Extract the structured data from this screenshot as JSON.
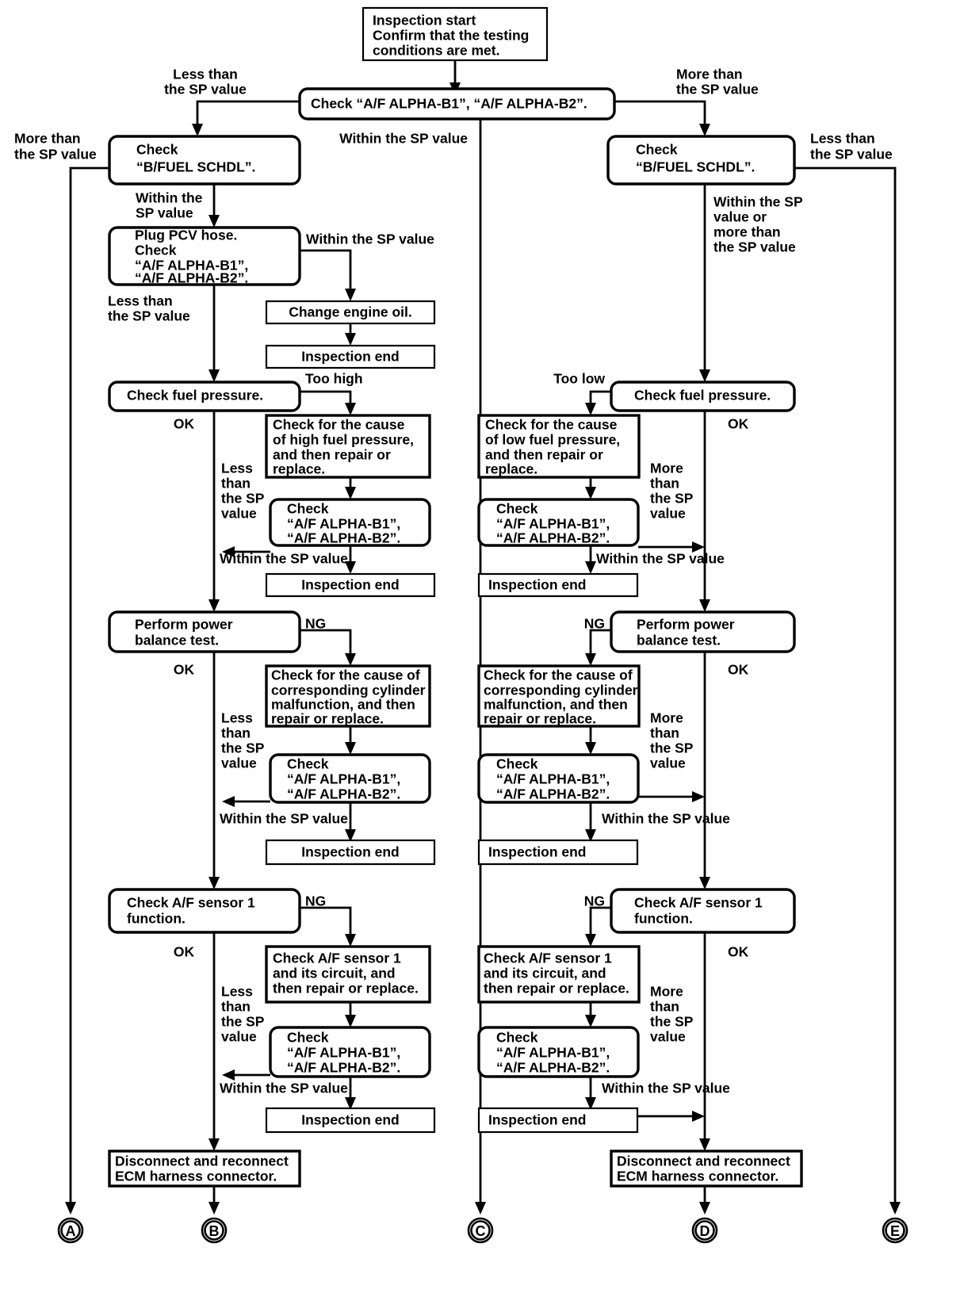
{
  "diagram": {
    "title": "A/F ALPHA inspection flow chart",
    "type": "flowchart",
    "line_color": "#000000",
    "background_color": "#ffffff"
  },
  "nodes": {
    "start": {
      "lines": [
        "Inspection start",
        "Confirm that the testing",
        "conditions are met."
      ]
    },
    "check_alpha_top": {
      "lines": [
        "Check “A/F ALPHA-B1”, “A/F ALPHA-B2”."
      ]
    },
    "bfuel_left": {
      "lines": [
        "Check",
        "“B/FUEL SCHDL”."
      ]
    },
    "bfuel_right": {
      "lines": [
        "Check",
        "“B/FUEL SCHDL”."
      ]
    },
    "plug_pcv": {
      "lines": [
        "Plug PCV hose.",
        "Check",
        "“A/F ALPHA-B1”,",
        "“A/F ALPHA-B2”."
      ]
    },
    "change_oil": {
      "lines": [
        "Change engine oil."
      ]
    },
    "end_oil": {
      "lines": [
        "Inspection end"
      ]
    },
    "fuel_press_left": {
      "lines": [
        "Check fuel pressure."
      ]
    },
    "fuel_press_right": {
      "lines": [
        "Check fuel pressure."
      ]
    },
    "cause_high": {
      "lines": [
        "Check for the cause",
        "of high fuel pressure,",
        "and then repair or",
        "replace."
      ]
    },
    "cause_low": {
      "lines": [
        "Check for the cause",
        "of low fuel pressure,",
        "and then repair or",
        "replace."
      ]
    },
    "alpha_fuel_left": {
      "lines": [
        "Check",
        "“A/F ALPHA-B1”,",
        "“A/F ALPHA-B2”."
      ]
    },
    "alpha_fuel_right": {
      "lines": [
        "Check",
        "“A/F ALPHA-B1”,",
        "“A/F ALPHA-B2”."
      ]
    },
    "end_fuel_left": {
      "lines": [
        "Inspection end"
      ]
    },
    "end_fuel_right": {
      "lines": [
        "Inspection end"
      ]
    },
    "power_left": {
      "lines": [
        "Perform power",
        "balance test."
      ]
    },
    "power_right": {
      "lines": [
        "Perform power",
        "balance test."
      ]
    },
    "cyl_left": {
      "lines": [
        "Check for the cause of",
        "corresponding cylinder",
        "malfunction, and then",
        "repair or replace."
      ]
    },
    "cyl_right": {
      "lines": [
        "Check for the cause of",
        "corresponding cylinder",
        "malfunction, and then",
        "repair or replace."
      ]
    },
    "alpha_pwr_left": {
      "lines": [
        "Check",
        "“A/F ALPHA-B1”,",
        "“A/F ALPHA-B2”."
      ]
    },
    "alpha_pwr_right": {
      "lines": [
        "Check",
        "“A/F ALPHA-B1”,",
        "“A/F ALPHA-B2”."
      ]
    },
    "end_pwr_left": {
      "lines": [
        "Inspection end"
      ]
    },
    "end_pwr_right": {
      "lines": [
        "Inspection end"
      ]
    },
    "af_sensor_left": {
      "lines": [
        "Check A/F sensor 1",
        "function."
      ]
    },
    "af_sensor_right": {
      "lines": [
        "Check A/F sensor 1",
        "function."
      ]
    },
    "af_circ_left": {
      "lines": [
        "Check A/F sensor 1",
        "and its circuit, and",
        "then repair or replace."
      ]
    },
    "af_circ_right": {
      "lines": [
        "Check A/F sensor 1",
        "and its circuit, and",
        "then repair or replace."
      ]
    },
    "alpha_af_left": {
      "lines": [
        "Check",
        "“A/F ALPHA-B1”,",
        "“A/F ALPHA-B2”."
      ]
    },
    "alpha_af_right": {
      "lines": [
        "Check",
        "“A/F ALPHA-B1”,",
        "“A/F ALPHA-B2”."
      ]
    },
    "end_af_left": {
      "lines": [
        "Inspection end"
      ]
    },
    "end_af_right": {
      "lines": [
        "Inspection end"
      ]
    },
    "ecm_left": {
      "lines": [
        "Disconnect and reconnect",
        "ECM harness connector."
      ]
    },
    "ecm_right": {
      "lines": [
        "Disconnect and reconnect",
        "ECM harness connector."
      ]
    }
  },
  "edge_labels": {
    "less_sp_top_left": {
      "lines": [
        "Less than",
        "the SP value"
      ]
    },
    "more_sp_top_right": {
      "lines": [
        "More than",
        "the SP value"
      ]
    },
    "more_sp_far_left": {
      "lines": [
        "More than",
        "the SP value"
      ]
    },
    "within_sp_center": {
      "lines": [
        "Within the SP value"
      ]
    },
    "less_sp_far_right": {
      "lines": [
        "Less than",
        "the SP value"
      ]
    },
    "within_sp_left_bfuel": {
      "lines": [
        "Within the",
        "SP value"
      ]
    },
    "within_or_more_right_bfuel": {
      "lines": [
        "Within the SP",
        "value or",
        "more than",
        "the SP value"
      ]
    },
    "within_sp_pcv": {
      "lines": [
        "Within the SP value"
      ]
    },
    "less_sp_pcv": {
      "lines": [
        "Less than",
        "the SP value"
      ]
    },
    "too_high": {
      "lines": [
        "Too high"
      ]
    },
    "too_low": {
      "lines": [
        "Too low"
      ]
    },
    "ok_fuel_left": {
      "lines": [
        "OK"
      ]
    },
    "ok_fuel_right": {
      "lines": [
        "OK"
      ]
    },
    "less_sp_fuel_left": {
      "lines": [
        "Less",
        "than",
        "the SP",
        "value"
      ]
    },
    "more_sp_fuel_right": {
      "lines": [
        "More",
        "than",
        "the SP",
        "value"
      ]
    },
    "within_sp_fuel_left": {
      "lines": [
        "Within the SP value"
      ]
    },
    "within_sp_fuel_right": {
      "lines": [
        "Within the SP value"
      ]
    },
    "ng_power_left": {
      "lines": [
        "NG"
      ]
    },
    "ng_power_right": {
      "lines": [
        "NG"
      ]
    },
    "ok_power_left": {
      "lines": [
        "OK"
      ]
    },
    "ok_power_right": {
      "lines": [
        "OK"
      ]
    },
    "less_sp_power_left": {
      "lines": [
        "Less",
        "than",
        "the SP",
        "value"
      ]
    },
    "more_sp_power_right": {
      "lines": [
        "More",
        "than",
        "the SP",
        "value"
      ]
    },
    "within_sp_power_left": {
      "lines": [
        "Within the SP value"
      ]
    },
    "within_sp_power_right": {
      "lines": [
        "Within the SP value"
      ]
    },
    "ng_af_left": {
      "lines": [
        "NG"
      ]
    },
    "ng_af_right": {
      "lines": [
        "NG"
      ]
    },
    "ok_af_left": {
      "lines": [
        "OK"
      ]
    },
    "ok_af_right": {
      "lines": [
        "OK"
      ]
    },
    "less_sp_af_left": {
      "lines": [
        "Less",
        "than",
        "the SP",
        "value"
      ]
    },
    "more_sp_af_right": {
      "lines": [
        "More",
        "than",
        "the SP",
        "value"
      ]
    },
    "within_sp_af_left": {
      "lines": [
        "Within the SP value"
      ]
    },
    "within_sp_af_right": {
      "lines": [
        "Within the SP value"
      ]
    }
  },
  "terminators": [
    {
      "id": "term-a",
      "label": "A"
    },
    {
      "id": "term-b",
      "label": "B"
    },
    {
      "id": "term-c",
      "label": "C"
    },
    {
      "id": "term-d",
      "label": "D"
    },
    {
      "id": "term-e",
      "label": "E"
    }
  ]
}
